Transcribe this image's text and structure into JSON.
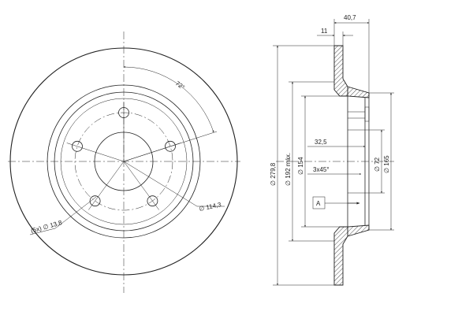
{
  "front_view": {
    "angle_label": "72°",
    "pcd_label": "∅ 114,3",
    "bolt_hole_label": "(5x) ∅ 13,8",
    "bolt_hole_count": 5
  },
  "section_view": {
    "width_total_label": "40,7",
    "disc_thickness_label": "11",
    "outer_diameter_label": "∅ 279,8",
    "max_diameter_label": "∅ 192 máx.",
    "hat_diameter_label": "∅ 154",
    "hat_depth_label": "32,5",
    "chamfer_label": "3x45°",
    "center_bore_label": "∅ 72",
    "hub_diameter_label": "∅ 165",
    "datum_label": "A"
  }
}
